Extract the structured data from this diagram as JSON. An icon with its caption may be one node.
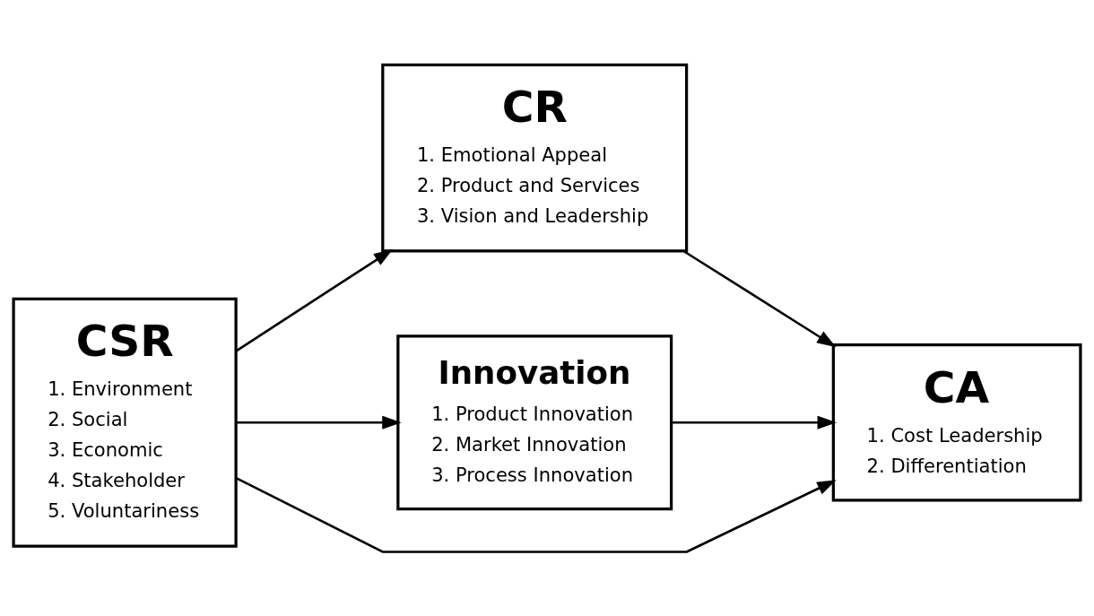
{
  "diagram": {
    "nodes": [
      {
        "text": [
          "CSR",
          "1. Environment",
          "2. Social",
          "3. Economic",
          "4. Stakeholder",
          "5. Voluntariness"
        ]
      },
      {
        "text": [
          "CR",
          "1. Emotional Appeal",
          "2. Product and Services",
          "3. Vision and Leadership"
        ]
      },
      {
        "text": [
          "Innovation",
          "1. Product Innovation",
          "2. Market Innovation",
          "3. Process Innovation"
        ]
      },
      {
        "text": [
          "CA",
          "1. Cost Leadership",
          "2. Differentiation"
        ]
      }
    ],
    "edges": [
      {
        "from": 0,
        "to": 3,
        "arrow": "to"
      },
      {
        "from": 0,
        "to": 1,
        "arrow": "to"
      },
      {
        "from": 0,
        "to": 2,
        "arrow": "to"
      },
      {
        "from": 1,
        "to": 3,
        "arrow": "to"
      },
      {
        "from": 2,
        "to": 3,
        "arrow": "to"
      }
    ]
  }
}
